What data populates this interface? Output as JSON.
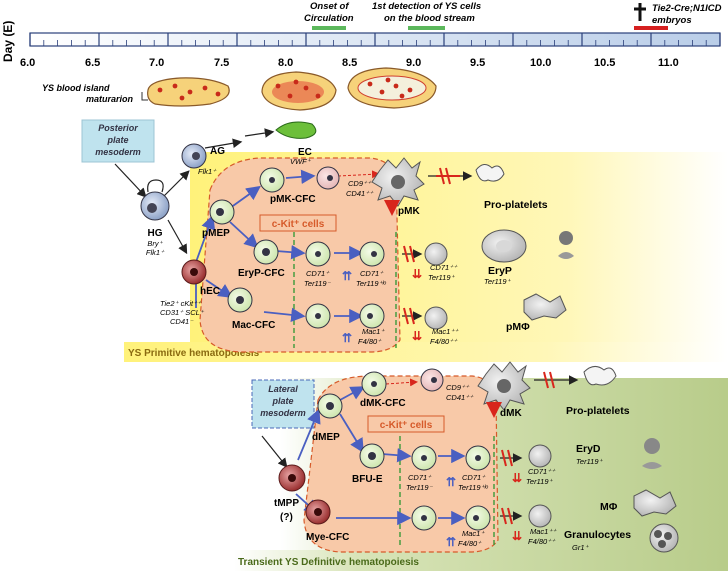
{
  "timeline": {
    "axis_label": "Day (E)",
    "ticks": [
      "6.0",
      "6.5",
      "7.0",
      "7.5",
      "8.0",
      "8.5",
      "9.0",
      "9.5",
      "10.0",
      "10.5",
      "11.0"
    ],
    "events": [
      {
        "label_line1": "Onset of",
        "label_line2": "Circulation"
      },
      {
        "label_line1": "1st detection of YS cells",
        "label_line2": "on the blood stream"
      },
      {
        "label_line1": "Tie2-Cre;N1ICD",
        "label_line2": "embryos"
      }
    ],
    "maturation_label_line1": "YS blood island",
    "maturation_label_line2": "maturarion"
  },
  "primitive": {
    "origin_line1": "Posterior",
    "origin_line2": "plate",
    "origin_line3": "mesoderm",
    "hg": "HG",
    "hg_markers": "Bry⁺",
    "hg_markers2": "Flk1⁺",
    "ag": "AG",
    "ag_markers": "Flk1⁺",
    "ec": "EC",
    "ec_markers": "VWF⁺",
    "hec": "hEC",
    "hec_m1": "Tie2⁺ cKit⁺⁺",
    "hec_m2": "CD31⁺ SCL⁺",
    "hec_m3": "CD41⁻",
    "pmep": "pMEP",
    "pmk_cfc": "pMK-CFC",
    "ckit": "c-Kit⁺ cells",
    "eryp_cfc": "EryP-CFC",
    "mac_cfc": "Mac-CFC",
    "mk_markers1": "CD9⁺⁺",
    "mk_markers2": "CD41⁺⁺",
    "pmk": "pMK",
    "proplatelets": "Pro-platelets",
    "ery_m1a": "CD71⁺",
    "ery_m1b": "Ter119⁻",
    "ery_m2a": "CD71⁺",
    "ery_m2b": "Ter119⁺ˡᵒ",
    "ery_m3a": "CD71⁺⁺",
    "ery_m3b": "Ter119⁺",
    "eryp": "EryP",
    "eryp_marker": "Ter119⁺",
    "mac_m1a": "Mac1⁺",
    "mac_m1b": "F4/80⁺",
    "mac_m2a": "Mac1⁺⁺",
    "mac_m2b": "F4/80⁺⁺",
    "pmphi": "pMΦ",
    "section": "YS Primitive hematopoiesis"
  },
  "definitive": {
    "origin_line1": "Lateral",
    "origin_line2": "plate",
    "origin_line3": "mesoderm",
    "tmpp": "tMPP",
    "tmpp_q": "(?)",
    "dmep": "dMEP",
    "dmk_cfc": "dMK-CFC",
    "ckit": "c-Kit⁺ cells",
    "bfu_e": "BFU-E",
    "mye_cfc": "Mye-CFC",
    "mk_markers1": "CD9⁺⁺",
    "mk_markers2": "CD41⁺⁺",
    "dmk": "dMK",
    "proplatelets": "Pro-platelets",
    "ery_m1a": "CD71⁺",
    "ery_m1b": "Ter119⁻",
    "ery_m2a": "CD71⁺",
    "ery_m2b": "Ter119⁺ˡᵒ",
    "ery_m3a": "CD71⁺⁺",
    "ery_m3b": "Ter119⁺",
    "eryd": "EryD",
    "eryd_marker": "Ter119⁺",
    "mac_m1a": "Mac1⁺",
    "mac_m1b": "F4/80⁺",
    "mac_m2a": "Mac1⁺⁺",
    "mac_m2b": "F4/80⁺⁺",
    "mphi": "MΦ",
    "granulocytes": "Granulocytes",
    "gr_marker": "Gr1⁺",
    "section": "Transient YS Definitive hematopoiesis"
  },
  "colors": {
    "timeline_bar": "#c9d8ee",
    "green_event": "#5cb85c",
    "red_event": "#d62020",
    "primitive_bg": "#fff59a",
    "definitive_bg": "#c7d7a0",
    "ckit_region": "#f8c9a8",
    "arrow_blue": "#4a5fc1",
    "arrow_red": "#d8261c",
    "origin_box": "#bfe3ee"
  }
}
